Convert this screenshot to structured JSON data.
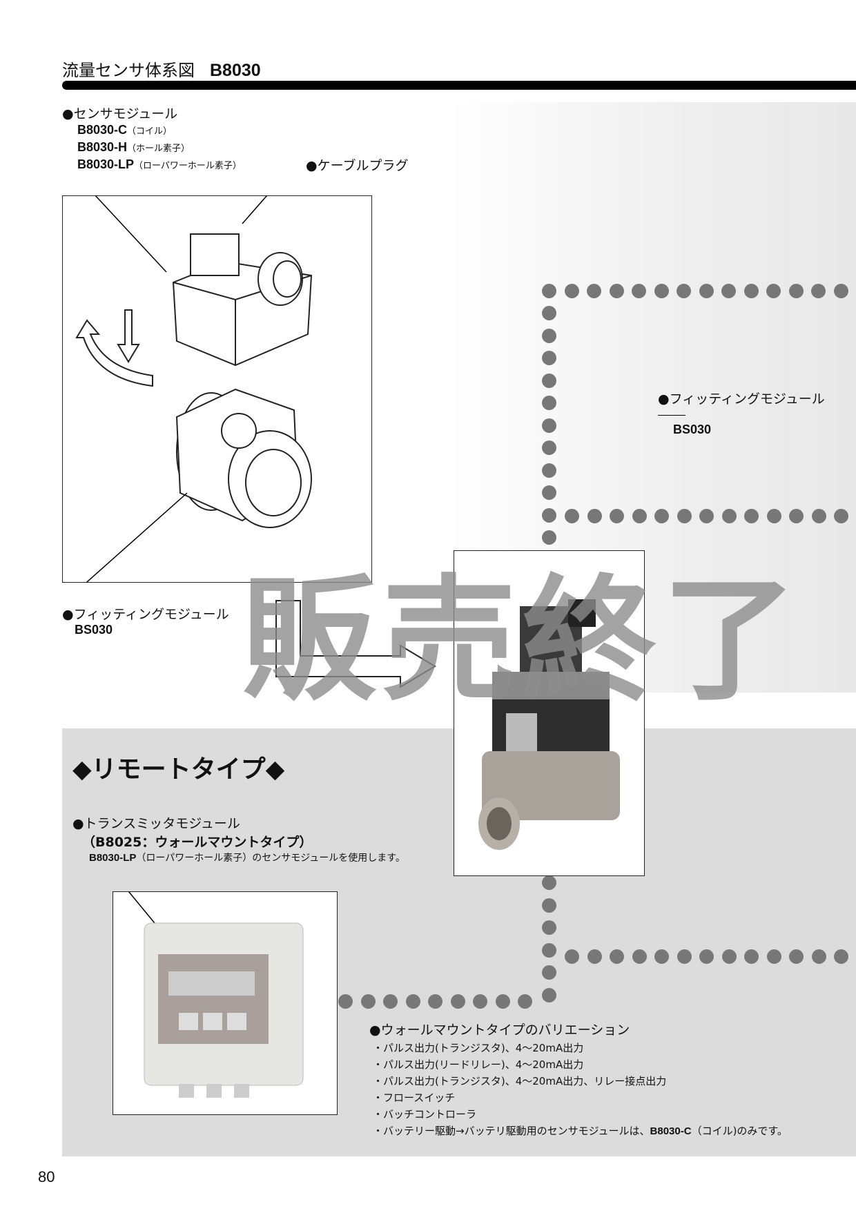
{
  "header": {
    "title": "流量センサ体系図",
    "model": "B8030"
  },
  "sensor_module": {
    "heading": "●センサモジュール",
    "items": [
      {
        "model": "B8030-C",
        "desc": "（コイル）"
      },
      {
        "model": "B8030-H",
        "desc": "（ホール素子）"
      },
      {
        "model": "B8030-LP",
        "desc": "（ローパワーホール素子）"
      }
    ]
  },
  "cable_plug": "●ケーブルプラグ",
  "fitting_left": {
    "heading": "●フィッティングモジュール",
    "model": "BS030"
  },
  "fitting_right": {
    "heading": "●フィッティングモジュール",
    "model": "BS030"
  },
  "watermark": "販売終了",
  "remote": {
    "title": "◆リモートタイプ◆",
    "transmitter_heading": "●トランスミッタモジュール",
    "transmitter_sub": "（B8025：ウォールマウントタイプ）",
    "note_model": "B8030-LP",
    "note_text": "（ローパワーホール素子）のセンサモジュールを使用します。"
  },
  "variations": {
    "heading": "●ウォールマウントタイプのバリエーション",
    "items": [
      "・パルス出力(トランジスタ)、4～20mA出力",
      "・パルス出力(リードリレー)、4～20mA出力",
      "・パルス出力(トランジスタ)、4～20mA出力、リレー接点出力",
      "・フロースイッチ",
      "・バッチコントローラ"
    ],
    "last_prefix": "・バッテリー駆動→バッテリ駆動用のセンサモジュールは、",
    "last_model": "B8030-C",
    "last_suffix": "（コイル)のみです。"
  },
  "page_number": "80"
}
